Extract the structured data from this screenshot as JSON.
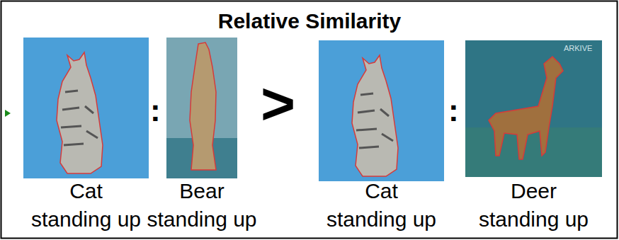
{
  "diagram": {
    "title": "Relative Similarity",
    "nodes": [
      {
        "text": [
          "Cat standing up"
        ]
      },
      {
        "text": [
          "Bear standing up"
        ]
      },
      {
        "text": [
          "Cat standing up"
        ]
      },
      {
        "text": [
          "Deer standing up"
        ]
      }
    ],
    "labels": [
      ":",
      ">",
      ":",
      "ARKIVE"
    ]
  }
}
